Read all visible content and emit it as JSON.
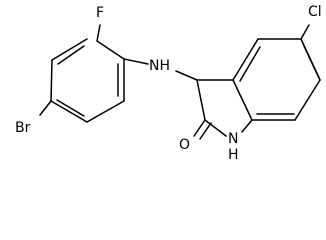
{
  "molecule": {
    "atom_labels": {
      "chlorine": "Cl",
      "fluorine": "F",
      "bromine": "Br",
      "amine": "NH",
      "ring_nitrogen": "N",
      "ring_hydrogen": "H",
      "carbonyl_oxygen": "O"
    }
  }
}
